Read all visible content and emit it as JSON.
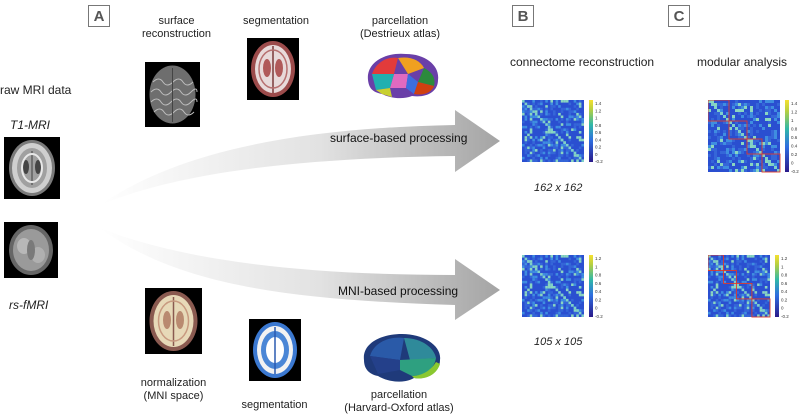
{
  "panels": {
    "a": "A",
    "b": "B",
    "c": "C"
  },
  "raw": {
    "title": "raw MRI data",
    "t1": "T1-MRI",
    "rsfmri": "rs-fMRI"
  },
  "surface": {
    "reconstruction": "surface reconstruction",
    "segmentation": "segmentation",
    "parcellation_line1": "parcellation",
    "parcellation_line2": "(Destrieux atlas)",
    "arrow_label": "surface-based processing"
  },
  "mni": {
    "normalization_line1": "normalization",
    "normalization_line2": "(MNI space)",
    "segmentation": "segmentation",
    "parcellation_line1": "parcellation",
    "parcellation_line2": "(Harvard-Oxford atlas)",
    "arrow_label": "MNI-based processing"
  },
  "connectome": {
    "title": "connectome reconstruction",
    "size_top": "162 x 162",
    "size_bottom": "105 x 105"
  },
  "modular": {
    "title": "modular analysis"
  },
  "colorbar_top": [
    "1.4",
    "1.2",
    "1",
    "0.8",
    "0.6",
    "0.4",
    "0.2",
    "0",
    "-0.2"
  ],
  "colorbar_bottom": [
    "1.2",
    "1",
    "0.8",
    "0.6",
    "0.4",
    "0.2",
    "0",
    "-0.2"
  ],
  "colors": {
    "arrow_dark": "#9a9a9a",
    "arrow_light": "#f4f4f4",
    "matrix_base": "#2a4fd0",
    "matrix_diag": "#7fd0c8",
    "module_box": "#e03a2a"
  }
}
